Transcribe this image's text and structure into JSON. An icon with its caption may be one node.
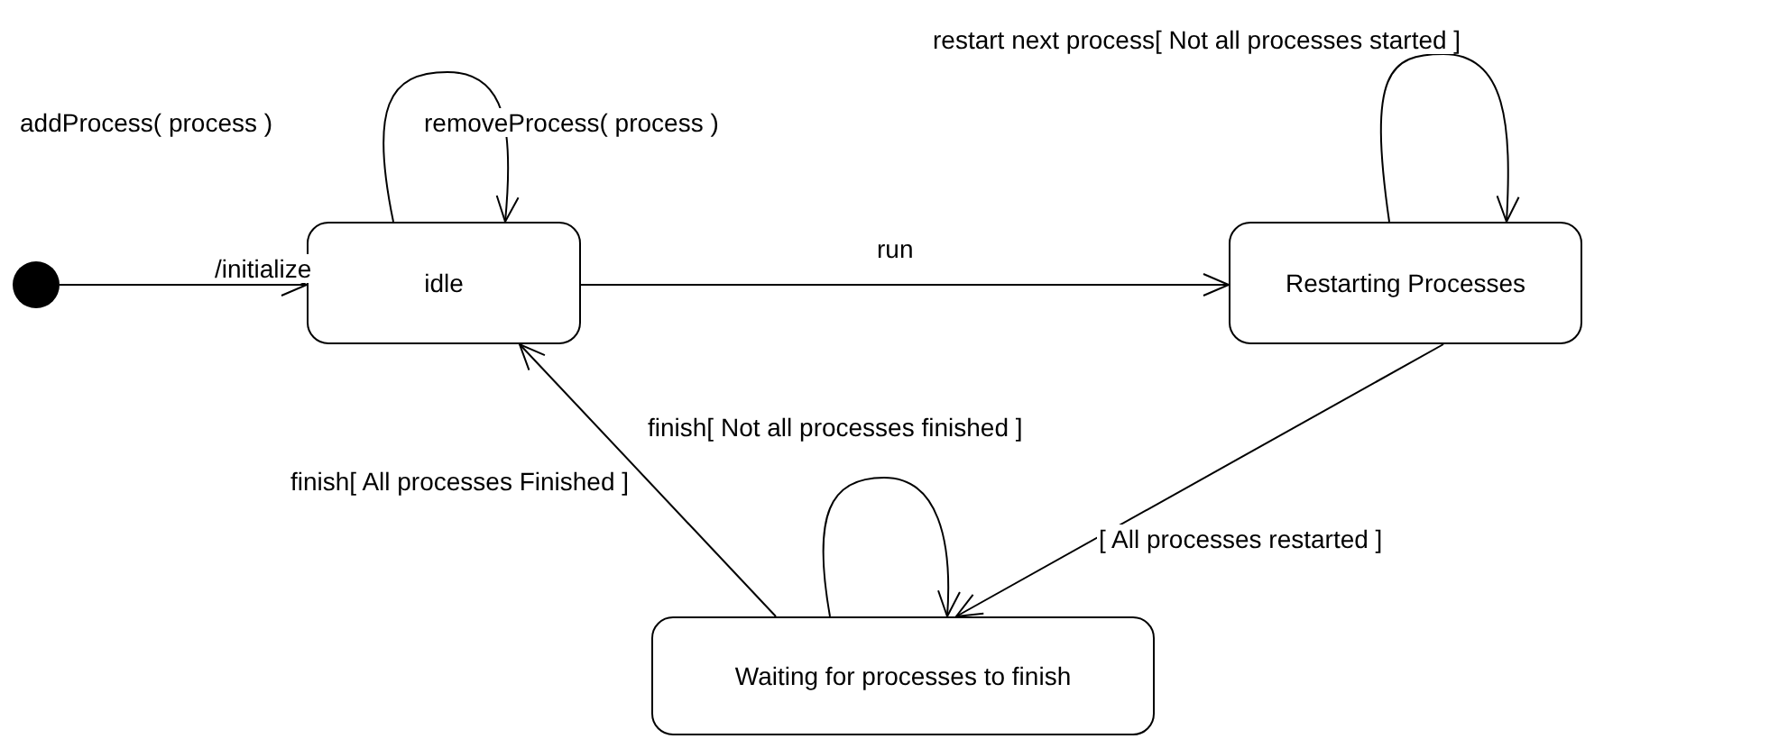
{
  "diagram": {
    "nodes": [
      {
        "text": [],
        "shape": "circle"
      },
      {
        "text": [
          "idle"
        ]
      },
      {
        "text": [
          "Restarting Processes"
        ]
      },
      {
        "text": [
          "Waiting for processes to finish"
        ]
      }
    ],
    "edges": [
      {
        "from": 0,
        "to": 1,
        "arrow": "to",
        "label": "/initialize"
      },
      {
        "from": 1,
        "to": 1,
        "arrow": "to",
        "label": "addProcess( process )"
      },
      {
        "from": 1,
        "to": 2,
        "arrow": "to",
        "label": "run"
      },
      {
        "from": 2,
        "to": 2,
        "arrow": "to",
        "label": "restart next process[ Not all processes started ]"
      },
      {
        "from": 2,
        "to": 3,
        "arrow": "to",
        "label": "[ All processes restarted ]"
      },
      {
        "from": 3,
        "to": 3,
        "arrow": "to",
        "label": "finish[ Not all processes finished ]"
      },
      {
        "from": 3,
        "to": 1,
        "arrow": "to",
        "label": "finish[ All processes Finished ]"
      }
    ],
    "labels": [
      "removeProcess( process )"
    ]
  }
}
